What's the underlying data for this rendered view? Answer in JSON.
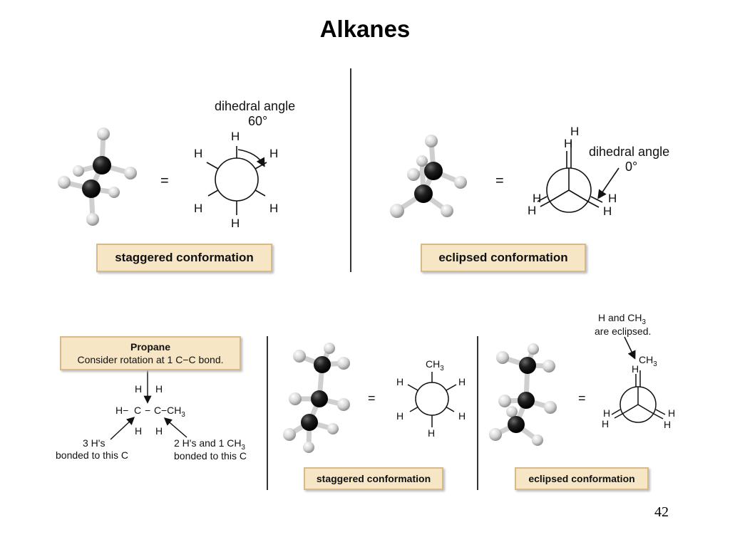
{
  "title": "Alkanes",
  "page_number": "42",
  "top_left": {
    "equals": "=",
    "angle_label": "dihedral angle",
    "angle_value": "60°",
    "newman_atoms": [
      "H",
      "H",
      "H",
      "H",
      "H",
      "H"
    ],
    "caption": "staggered conformation"
  },
  "top_right": {
    "equals": "=",
    "angle_label": "dihedral angle",
    "angle_value": "0°",
    "newman_atoms": [
      "H",
      "H",
      "H",
      "H",
      "H",
      "H"
    ],
    "caption": "eclipsed conformation"
  },
  "propane": {
    "box_title": "Propane",
    "box_text": "Consider rotation at 1 C−C bond.",
    "formula": {
      "top_h1": "H",
      "top_h2": "H",
      "left_h": "H−",
      "c1": "C",
      "dash": "−",
      "c2": "C",
      "ch3": "−CH",
      "ch3_sub": "3",
      "bot_h1": "H",
      "bot_h2": "H"
    },
    "note_left_1": "3 H's",
    "note_left_2": "bonded to this C",
    "note_right_1": "2 H's and 1 CH",
    "note_right_1_sub": "3",
    "note_right_2": "bonded to this C"
  },
  "bottom_middle": {
    "equals": "=",
    "top_group": "CH",
    "top_group_sub": "3",
    "newman_atoms": [
      "H",
      "H",
      "H",
      "H",
      "H"
    ],
    "caption": "staggered conformation"
  },
  "bottom_right": {
    "equals": "=",
    "note_1": "H and CH",
    "note_1_sub": "3",
    "note_2": "are eclipsed.",
    "top_group": "CH",
    "top_group_sub": "3",
    "newman_atoms": [
      "H",
      "H",
      "H",
      "H",
      "H"
    ],
    "caption": "eclipsed conformation"
  }
}
